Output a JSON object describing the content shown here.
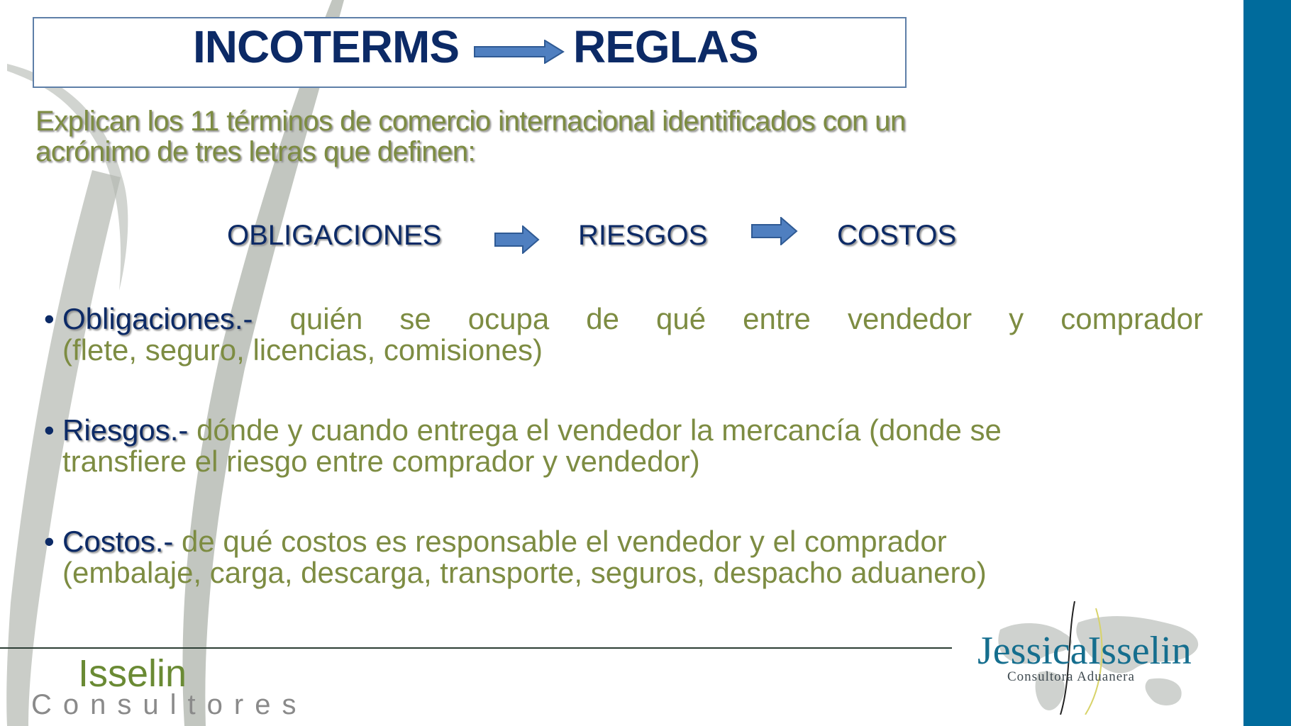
{
  "title": {
    "left": "INCOTERMS",
    "right": "REGLAS"
  },
  "intro": {
    "line1": "Explican los 11 términos de comercio internacional identificados con un",
    "line2": "acrónimo de tres letras que definen:"
  },
  "concepts": [
    "OBLIGACIONES",
    "RIESGOS",
    "COSTOS"
  ],
  "bullets": [
    {
      "term": "Obligaciones.-",
      "line1": "quién se ocupa de qué entre vendedor y comprador",
      "line2": "(flete, seguro, licencias, comisiones)"
    },
    {
      "term": "Riesgos.-",
      "line1": "dónde y cuando entrega el vendedor la mercancía (donde se",
      "line2": "transfiere el riesgo entre comprador y vendedor)"
    },
    {
      "term": "Costos.-",
      "line1": "de qué costos es responsable el vendedor y el comprador",
      "line2": "(embalaje, carga, descarga, transporte, seguros, despacho aduanero)"
    }
  ],
  "footer": {
    "brand": "Isselin",
    "brand_sub": "Consultores"
  },
  "logo": {
    "name": "JessicaIsselin",
    "subtitle": "Consultora Aduanera"
  },
  "colors": {
    "sidebar": "#006b9c",
    "navy_text": "#0c2a66",
    "olive_text": "#7d8c42",
    "arrow_fill": "#4f7fc0"
  }
}
